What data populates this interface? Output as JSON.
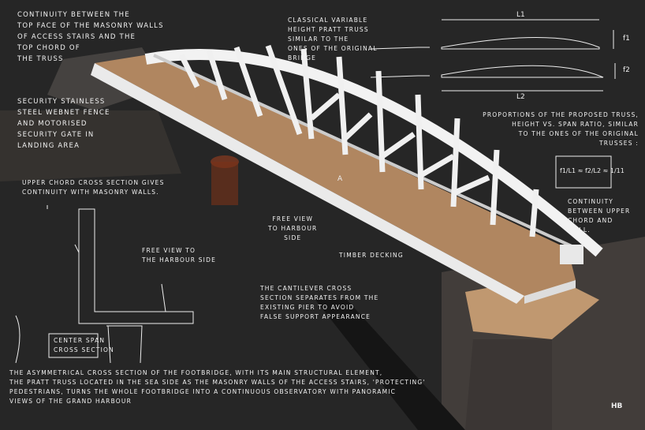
{
  "annotations": {
    "stairs_continuity": "Continuity between the\ntop face of the masonry walls\nof access stairs and the\ntop chord of\nthe truss",
    "security": "Security stainless\nsteel webnet fence\nand motorised\nsecurity gate in\nlanding area",
    "upper_chord": "Upper chord cross section gives\ncontinuity with masonry walls.",
    "pratt_truss": "Classical variable\nheight Pratt truss\nsimilar to the\nones of the original\nbridge",
    "proportions": "Proportions of the proposed truss,\nheight vs. span ratio, similar\nto the ones of the original\ntrusses :",
    "formula": "f1/L1 ≈ f2/L2 ≈ 1/11",
    "free_view_center": "Free view\nto harbour\nside",
    "free_view_section": "Free view to\nthe harbour side",
    "timber_decking": "Timber decking",
    "continuity_wall": "Continuity\nbetween upper\nchord and\nwall.",
    "cantilever": "The cantilever cross\nsection separates from the\nexisting pier to avoid\nfalse support appearance",
    "center_span": "Center span\ncross section",
    "description": "The asymmetrical cross section of the footbridge, with its main structural element,\nthe Pratt truss located in the sea side as the masonry walls of the access stairs, 'protecting'\npedestrians, turns the whole footbridge into a continuous observatory with panoramic\nviews of the Grand Harbour",
    "section_mark": "A",
    "signature": "HB"
  },
  "dimensions": {
    "l1": "L1",
    "l2": "L2",
    "f1": "f1",
    "f2": "f2"
  },
  "colors": {
    "background": "#262626",
    "truss": "#f2f2f2",
    "deck": "#b08660",
    "ink": "#f1f1f1"
  }
}
